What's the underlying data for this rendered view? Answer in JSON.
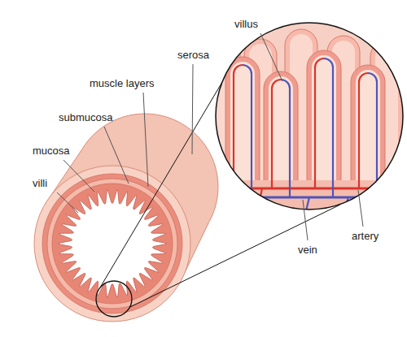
{
  "diagram": {
    "labels": [
      "serosa",
      "muscle layers",
      "submucosa",
      "mucosa",
      "villi",
      "villus",
      "artery",
      "vein"
    ]
  }
}
